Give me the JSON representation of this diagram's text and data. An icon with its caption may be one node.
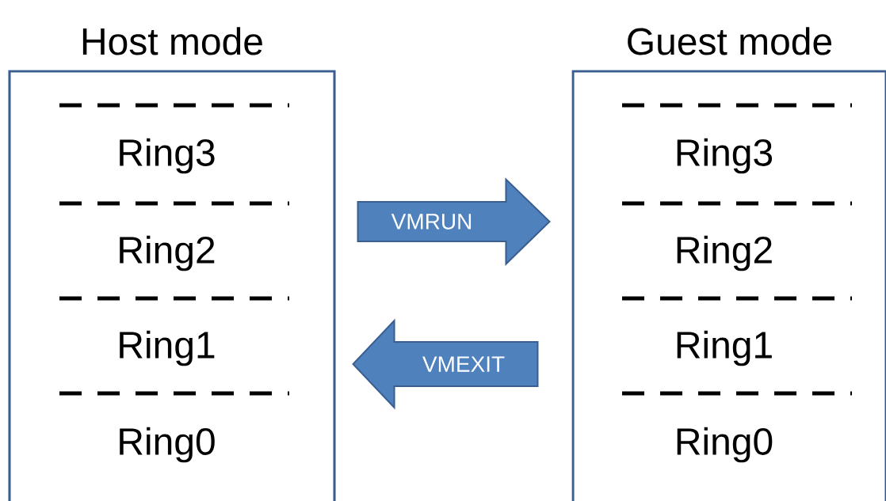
{
  "diagram": {
    "nodes": [
      {
        "text": [
          "Host mode"
        ]
      },
      {
        "text": [
          "Ring3"
        ],
        "in": 0
      },
      {
        "text": [
          "Ring2"
        ],
        "in": 0
      },
      {
        "text": [
          "Ring1"
        ],
        "in": 0
      },
      {
        "text": [
          "Ring0"
        ],
        "in": 0
      },
      {
        "text": [
          "Guest mode"
        ]
      },
      {
        "text": [
          "Ring3"
        ],
        "in": 5
      },
      {
        "text": [
          "Ring2"
        ],
        "in": 5
      },
      {
        "text": [
          "Ring1"
        ],
        "in": 5
      },
      {
        "text": [
          "Ring0"
        ],
        "in": 5
      }
    ],
    "edges": [
      {
        "from": 0,
        "to": 5,
        "arrow": "to",
        "label": "VMRUN"
      },
      {
        "from": 5,
        "to": 0,
        "arrow": "to",
        "label": "VMEXIT"
      }
    ]
  }
}
